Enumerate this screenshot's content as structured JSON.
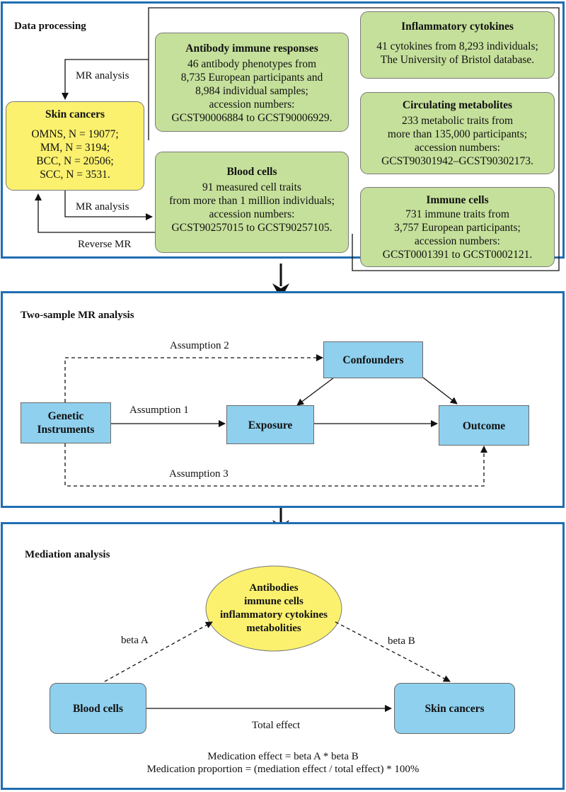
{
  "panel1": {
    "title": "Data processing",
    "skin": {
      "title": "Skin cancers",
      "lines": [
        "OMNS, N = 19077;",
        "MM, N = 3194;",
        "BCC, N = 20506;",
        "SCC, N = 3531."
      ]
    },
    "antibody": {
      "title": "Antibody immune responses",
      "lines": [
        "46 antibody phenotypes from",
        "8,735 European participants and",
        "8,984 individual samples;",
        "accession numbers:",
        "GCST90006884 to GCST90006929."
      ]
    },
    "blood": {
      "title": "Blood cells",
      "lines": [
        "91 measured cell traits",
        "from more than 1 million individuals;",
        "accession numbers:",
        "GCST90257015 to GCST90257105."
      ]
    },
    "cytokines": {
      "title": "Inflammatory cytokines",
      "lines": [
        "41 cytokines from 8,293 individuals;",
        "The University of Bristol database."
      ]
    },
    "metabolites": {
      "title": "Circulating metabolites",
      "lines": [
        "233 metabolic traits from",
        "more than 135,000 participants;",
        "accession numbers:",
        "GCST90301942–GCST90302173."
      ]
    },
    "immune": {
      "title": "Immune cells",
      "lines": [
        "731 immune traits from",
        "3,757 European participants;",
        "accession numbers:",
        "GCST0001391 to GCST0002121."
      ]
    },
    "labels": {
      "mr1": "MR analysis",
      "mr2": "MR analysis",
      "reverse": "Reverse MR"
    }
  },
  "panel2": {
    "title": "Two-sample MR analysis",
    "genetic": [
      "Genetic",
      "Instruments"
    ],
    "exposure": "Exposure",
    "confounders": "Confounders",
    "outcome": "Outcome",
    "labels": {
      "a1": "Assumption 1",
      "a2": "Assumption 2",
      "a3": "Assumption 3"
    }
  },
  "panel3": {
    "title": "Mediation analysis",
    "mediator": [
      "Antibodies",
      "immune cells",
      "inflammatory cytokines",
      "metabolities"
    ],
    "blood": "Blood cells",
    "skin": "Skin cancers",
    "labels": {
      "betaA": "beta A",
      "betaB": "beta B",
      "total": "Total effect"
    },
    "formula1": "Medication effect = beta A * beta B",
    "formula2": "Medication proportion = (mediation effect / total effect) * 100%"
  },
  "colors": {
    "panel_border": "#1f6eb3",
    "green_box": "#c5e09b",
    "yellow_box": "#fbf16e",
    "blue_box": "#8fd0ee"
  }
}
